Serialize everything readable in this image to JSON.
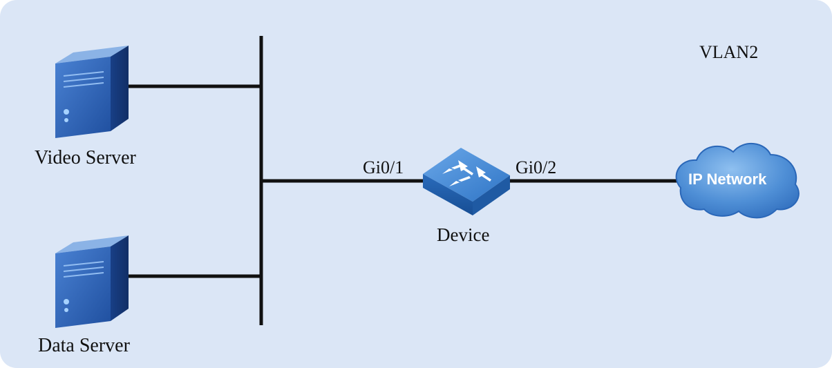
{
  "diagram": {
    "vlan_label": "VLAN2",
    "video_server_label": "Video Server",
    "data_server_label": "Data Server",
    "device_label": "Device",
    "port_left_label": "Gi0/1",
    "port_right_label": "Gi0/2",
    "cloud_label": "IP Network"
  },
  "colors": {
    "background": "#dbe6f6",
    "line": "#111111",
    "server_front": "#2c62b6",
    "server_side": "#173f86",
    "server_top": "#7ea8e0",
    "switch_top": "#4b90da",
    "switch_side": "#1e5ba8",
    "cloud_fill": "#4f8fd6",
    "cloud_text": "#ffffff"
  },
  "icons": {
    "server": "tower-server-icon",
    "switch": "switch-icon",
    "cloud": "cloud-icon"
  }
}
